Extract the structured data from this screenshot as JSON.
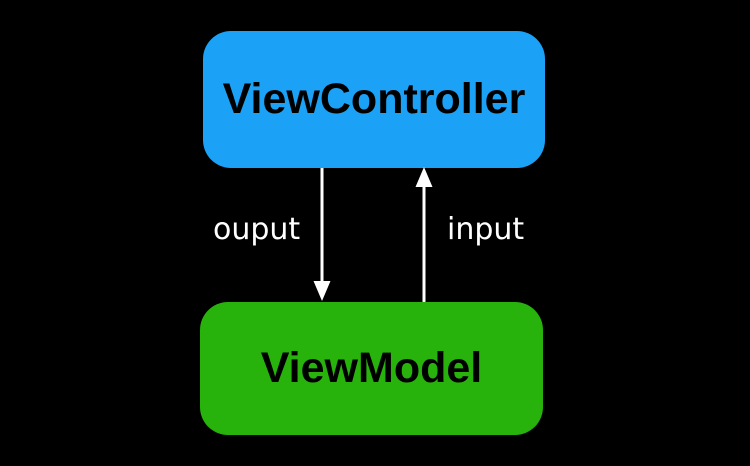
{
  "diagram": {
    "background": "#000000",
    "nodes": [
      {
        "id": "viewcontroller",
        "label": "ViewController",
        "fill": "#1BA1F5",
        "text_color": "#000000"
      },
      {
        "id": "viewmodel",
        "label": "ViewModel",
        "fill": "#28B20C",
        "text_color": "#000000"
      }
    ],
    "edges": [
      {
        "id": "output-edge",
        "label": "ouput",
        "from": "viewcontroller",
        "to": "viewmodel",
        "direction": "down",
        "color": "#FFFFFF"
      },
      {
        "id": "input-edge",
        "label": "input",
        "from": "viewmodel",
        "to": "viewcontroller",
        "direction": "up",
        "color": "#FFFFFF"
      }
    ]
  },
  "colors": {
    "vc_fill": "#1BA1F5",
    "vm_fill": "#28B20C",
    "arrow": "#FFFFFF",
    "background": "#000000"
  }
}
